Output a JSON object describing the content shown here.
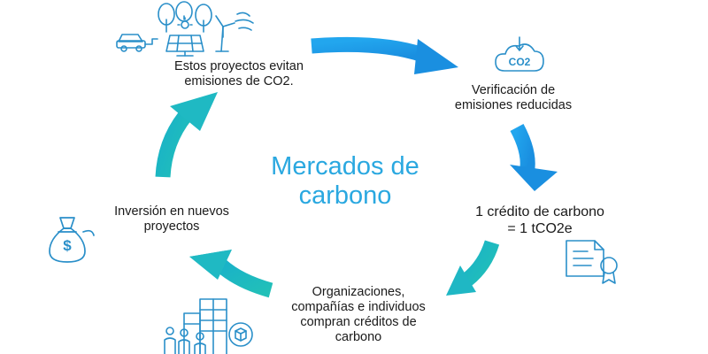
{
  "title": {
    "line1": "Mercados de",
    "line2": "carbono"
  },
  "steps": {
    "avoid": {
      "line1": "Estos proyectos evitan",
      "line2": "emisiones de CO2."
    },
    "verify": {
      "line1": "Verificación de",
      "line2": "emisiones reducidas"
    },
    "credit": {
      "line1": "1 crédito de carbono",
      "line2": "= 1 tCO2e"
    },
    "buy": {
      "line1": "Organizaciones,",
      "line2": "compañías e individuos",
      "line3": "compran créditos de",
      "line4": "carbono"
    },
    "invest": {
      "line1": "Inversión en nuevos",
      "line2": "proyectos"
    }
  },
  "icons": {
    "cloud_label": "CO2",
    "bag_symbol": "$"
  },
  "colors": {
    "accent_blue": "#2aa8e0",
    "arrow_blue": "#1e9be8",
    "arrow_teal": "#1fb9c3",
    "icon_stroke": "#2a8fc9"
  }
}
